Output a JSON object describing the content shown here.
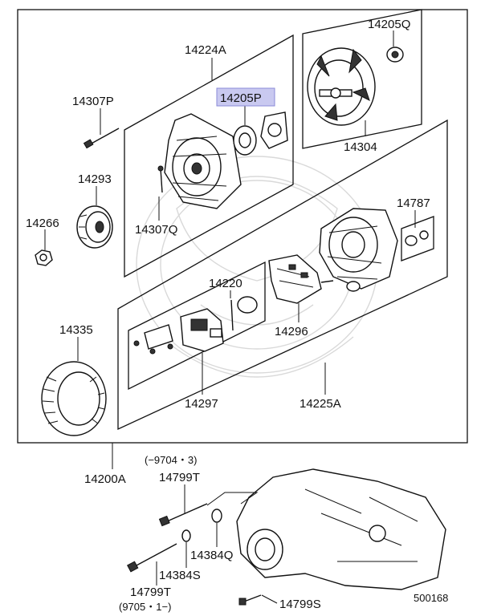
{
  "diagram": {
    "labels": {
      "p14224A": "14224A",
      "p14205Q": "14205Q",
      "p14205P": "14205P",
      "p14307P": "14307P",
      "p14304": "14304",
      "p14293": "14293",
      "p14266": "14266",
      "p14307Q": "14307Q",
      "p14787": "14787",
      "p14220": "14220",
      "p14296": "14296",
      "p14335": "14335",
      "p14297": "14297",
      "p14225A": "14225A",
      "p14200A": "14200A",
      "date_range_top": "(−9704・3)",
      "p14799T_top": "14799T",
      "p14384Q": "14384Q",
      "p14384S": "14384S",
      "p14799T_bottom": "14799T",
      "date_range_bottom": "(9705・1−)",
      "p14799S": "14799S",
      "diagram_number": "500168"
    },
    "highlight_color": "#c9c9f0",
    "highlight_border": "#8a8ad8"
  }
}
